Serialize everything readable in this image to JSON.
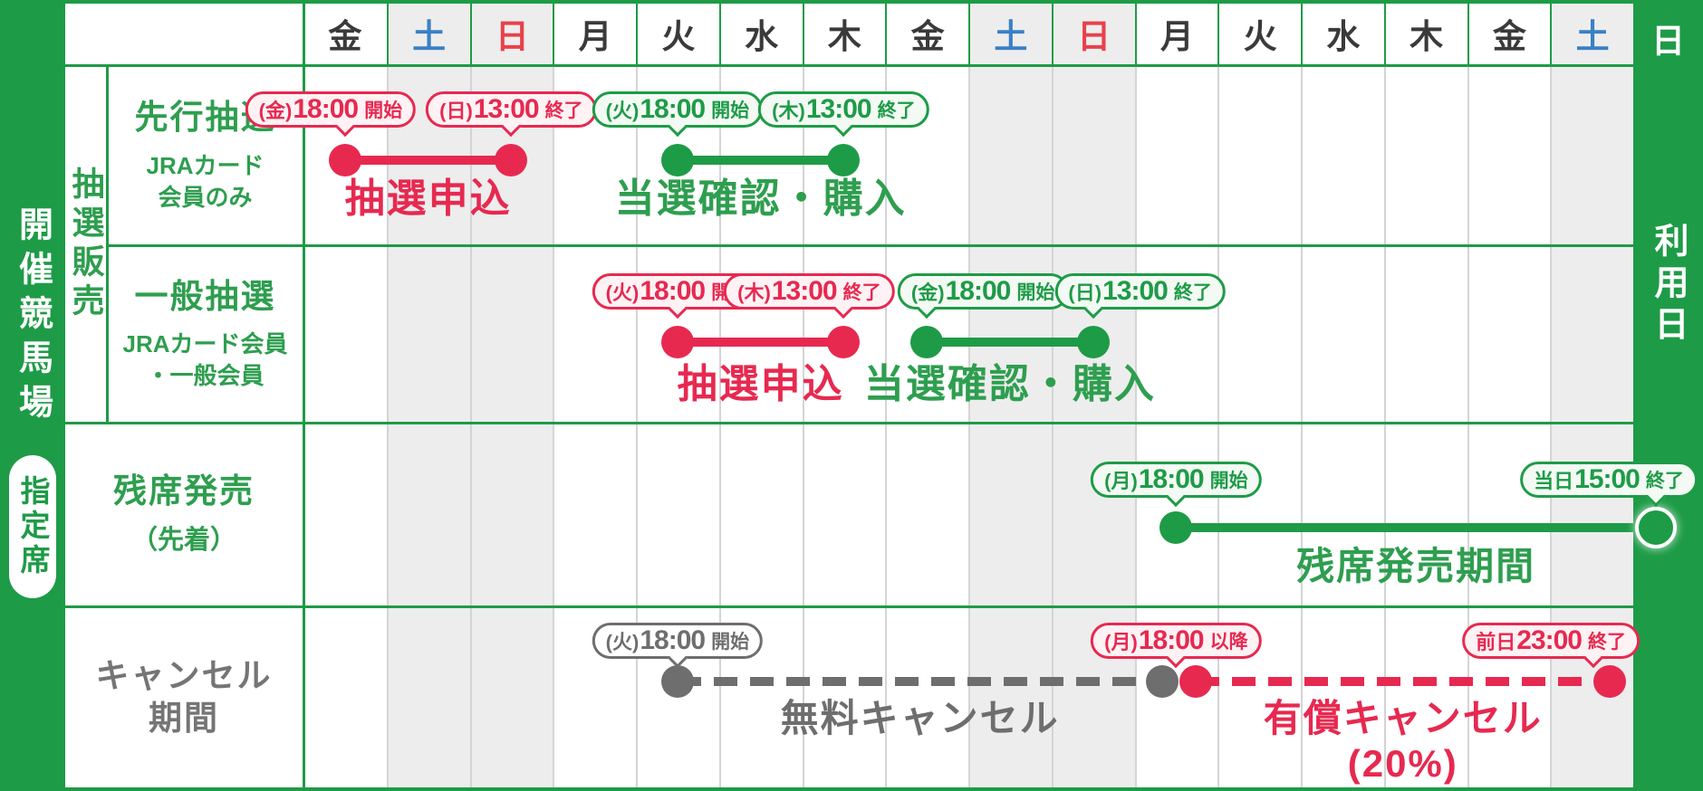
{
  "brand": {
    "green": "#1E9B47",
    "green_text": "#2E9E4F",
    "red": "#E72950",
    "gray": "#6E6E6E",
    "gray_text": "#757575",
    "weekday_text": "#3A3A3A",
    "saturday_blue": "#3A80C4",
    "sunday_red": "#E8414B",
    "weekend_bg": "#EDEDED",
    "grid_line": "#D4D4D4",
    "red_bubble_bg": "#FFF2F4",
    "green_bubble_bg": "#F3FAF4",
    "gray_bubble_bg": "#FFFFFF"
  },
  "left_rail": {
    "title": "開催競馬場",
    "badge": "指定席"
  },
  "right_rail": {
    "day_label": "日",
    "title": "利用日"
  },
  "header_days": [
    {
      "label": "金",
      "type": "weekday"
    },
    {
      "label": "土",
      "type": "saturday"
    },
    {
      "label": "日",
      "type": "sunday"
    },
    {
      "label": "月",
      "type": "weekday"
    },
    {
      "label": "火",
      "type": "weekday"
    },
    {
      "label": "水",
      "type": "weekday"
    },
    {
      "label": "木",
      "type": "weekday"
    },
    {
      "label": "金",
      "type": "weekday"
    },
    {
      "label": "土",
      "type": "saturday"
    },
    {
      "label": "日",
      "type": "sunday"
    },
    {
      "label": "月",
      "type": "weekday"
    },
    {
      "label": "火",
      "type": "weekday"
    },
    {
      "label": "水",
      "type": "weekday"
    },
    {
      "label": "木",
      "type": "weekday"
    },
    {
      "label": "金",
      "type": "weekday"
    },
    {
      "label": "土",
      "type": "saturday"
    }
  ],
  "group_label": "抽選販売",
  "row_labels": [
    {
      "id": "row-senko",
      "title": "先行抽選",
      "subtitle": "JRAカード\n会員のみ",
      "variant": "green"
    },
    {
      "id": "row-ippan",
      "title": "一般抽選",
      "subtitle": "JRAカード会員\n・一般会員",
      "variant": "green"
    },
    {
      "id": "row-zanseki",
      "title": "残席発売",
      "subtitle": "（先着）",
      "variant": "green"
    },
    {
      "id": "row-cancel",
      "title": "キャンセル\n期間",
      "subtitle": "",
      "variant": "gray"
    }
  ],
  "chart_data": {
    "type": "gantt-timeline",
    "columns": [
      "金",
      "土",
      "日",
      "月",
      "火",
      "水",
      "木",
      "金",
      "土",
      "日",
      "月",
      "火",
      "水",
      "木",
      "金",
      "土",
      "日(利用日)"
    ],
    "rows": [
      {
        "row": "row-senko",
        "segments": [
          {
            "id": "senko-apply",
            "color": "red",
            "line": "solid",
            "label": "抽選申込",
            "start": {
              "col": 0,
              "bubble": {
                "prefix": "(金)",
                "time": "18:00",
                "suffix": "開始"
              }
            },
            "end": {
              "col": 2,
              "bubble": {
                "prefix": "(日)",
                "time": "13:00",
                "suffix": "終了"
              }
            }
          },
          {
            "id": "senko-buy",
            "color": "green",
            "line": "solid",
            "label": "当選確認・購入",
            "start": {
              "col": 4,
              "bubble": {
                "prefix": "(火)",
                "time": "18:00",
                "suffix": "開始"
              }
            },
            "end": {
              "col": 6,
              "bubble": {
                "prefix": "(木)",
                "time": "13:00",
                "suffix": "終了"
              }
            }
          }
        ]
      },
      {
        "row": "row-ippan",
        "segments": [
          {
            "id": "ippan-apply",
            "color": "red",
            "line": "solid",
            "label": "抽選申込",
            "start": {
              "col": 4,
              "bubble": {
                "prefix": "(火)",
                "time": "18:00",
                "suffix": "開始"
              }
            },
            "end": {
              "col": 6,
              "bubble": {
                "prefix": "(木)",
                "time": "13:00",
                "suffix": "終了"
              }
            }
          },
          {
            "id": "ippan-buy",
            "color": "green",
            "line": "solid",
            "label": "当選確認・購入",
            "start": {
              "col": 7,
              "bubble": {
                "prefix": "(金)",
                "time": "18:00",
                "suffix": "開始"
              }
            },
            "end": {
              "col": 9,
              "bubble": {
                "prefix": "(日)",
                "time": "13:00",
                "suffix": "終了"
              }
            }
          }
        ]
      },
      {
        "row": "row-zanseki",
        "segments": [
          {
            "id": "zanseki",
            "color": "green",
            "line": "solid",
            "label": "残席発売期間",
            "start": {
              "col": 10,
              "bubble": {
                "prefix": "(月)",
                "time": "18:00",
                "suffix": "開始"
              }
            },
            "end": {
              "col": 16,
              "dot": "open",
              "bubble": {
                "prefix": "当日",
                "time": "15:00",
                "suffix": "終了"
              }
            }
          }
        ]
      },
      {
        "row": "row-cancel",
        "segments": [
          {
            "id": "cancel-free",
            "color": "gray",
            "line": "dashed",
            "label": "無料キャンセル",
            "start": {
              "col": 4,
              "bubble": {
                "prefix": "(火)",
                "time": "18:00",
                "suffix": "開始"
              }
            },
            "end": {
              "col": 10
            }
          },
          {
            "id": "cancel-paid",
            "color": "red",
            "line": "dashed",
            "label": "有償キャンセル\n(20%)",
            "start": {
              "col": 10,
              "bubble": {
                "prefix": "(月)",
                "time": "18:00",
                "suffix": "以降"
              }
            },
            "end": {
              "col": 15,
              "bubble": {
                "prefix": "前日",
                "time": "23:00",
                "suffix": "終了"
              }
            }
          }
        ]
      }
    ]
  }
}
